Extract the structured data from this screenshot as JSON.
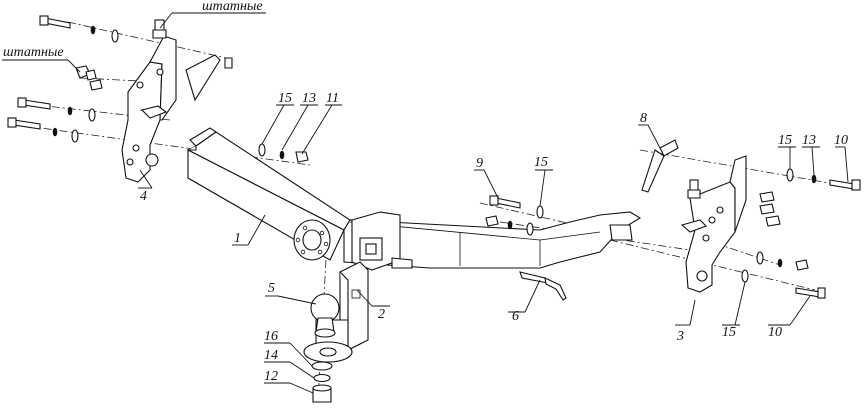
{
  "labels": {
    "stock_top": "штатные",
    "stock_left": "штатные",
    "p1": "1",
    "p2": "2",
    "p3": "3",
    "p4": "4",
    "p5": "5",
    "p6": "6",
    "p8": "8",
    "p9": "9",
    "p10_top": "10",
    "p10_bottom": "10",
    "p11": "11",
    "p12": "12",
    "p13_left": "13",
    "p13_right": "13",
    "p14": "14",
    "p15_left": "15",
    "p15_mid": "15",
    "p15_right_top": "15",
    "p15_right_bottom": "15",
    "p16": "16"
  }
}
